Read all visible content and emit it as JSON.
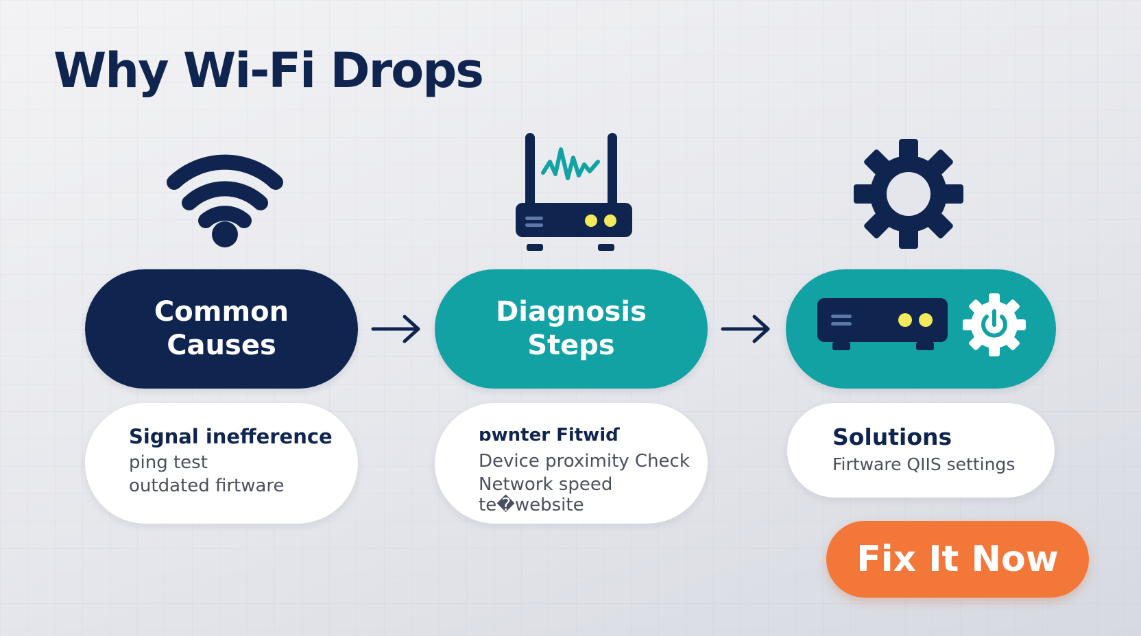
{
  "title": "Why Wi-Fi Drops",
  "steps": [
    {
      "pill_lines": [
        "Common",
        "Causes"
      ],
      "icon": "wifi-icon",
      "card_head": "Signal inefference",
      "card_lines": [
        "ping test",
        "outdated firtware"
      ]
    },
    {
      "pill_lines": [
        "Diagnosis",
        "Steps"
      ],
      "icon": "router-signal-icon",
      "card_head": "ɒwnter Fitwiɗ",
      "card_lines": [
        "Device proximity Check",
        "Network speed te�website"
      ]
    },
    {
      "pill_lines": [],
      "icon": "gear-icon",
      "pill_icons": [
        "router-icon",
        "power-gear-icon"
      ],
      "card_head": "Solutions",
      "card_lines": [
        "Firtware QIIS settings"
      ]
    }
  ],
  "cta": {
    "label": "Fix It Now"
  },
  "colors": {
    "navy": "#0f2550",
    "teal": "#13a2a4",
    "orange": "#f4773a",
    "led": "#f2ea5a",
    "background": "#e8e9ee"
  }
}
